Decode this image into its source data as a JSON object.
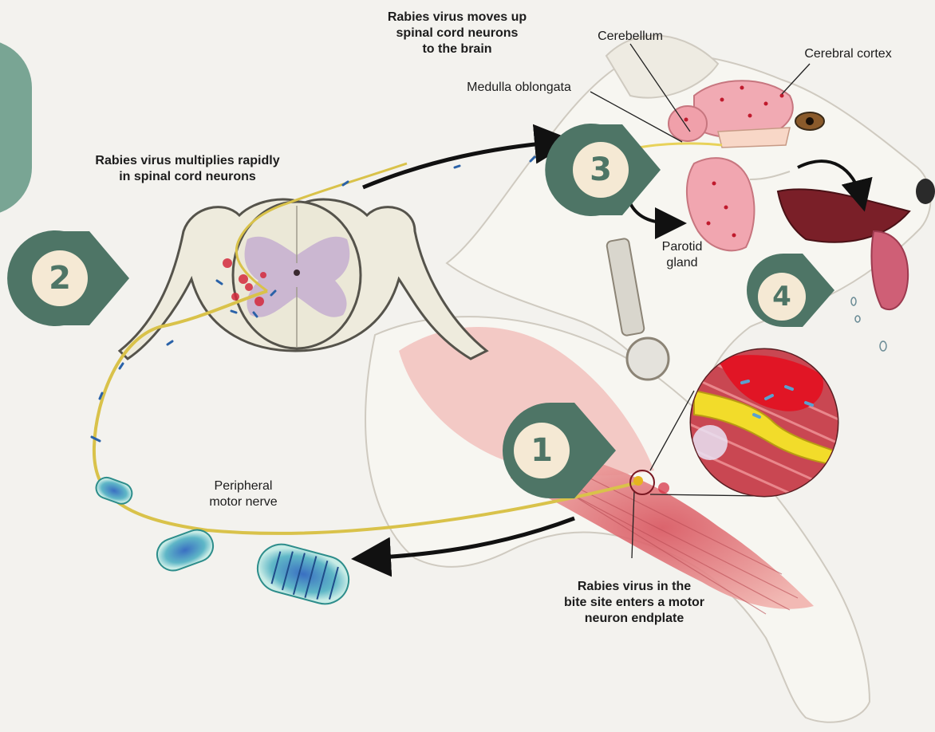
{
  "labels": {
    "moves_up": [
      "Rabies virus moves up",
      "spinal cord neurons",
      "to the brain"
    ],
    "multiplies": [
      "Rabies virus multiplies rapidly",
      "in spinal cord neurons"
    ],
    "cerebellum": "Cerebellum",
    "cerebral_cortex": "Cerebral cortex",
    "medulla": "Medulla oblongata",
    "parotid": [
      "Parotid",
      "gland"
    ],
    "peripheral": [
      "Peripheral",
      "motor nerve"
    ],
    "bite_site": [
      "Rabies virus in the",
      "bite site enters a motor",
      "neuron endplate"
    ]
  },
  "steps": [
    {
      "number": "1"
    },
    {
      "number": "2"
    },
    {
      "number": "3"
    },
    {
      "number": "4"
    }
  ],
  "colors": {
    "badge_ring": "#4e7566",
    "badge_fill": "#f5e9d4",
    "side_tab": "#79a594",
    "nerve": "#d9c24a",
    "muscle": "#d96a6a",
    "brain": "#efa4ad",
    "virus_blue": "#2a62a8"
  }
}
